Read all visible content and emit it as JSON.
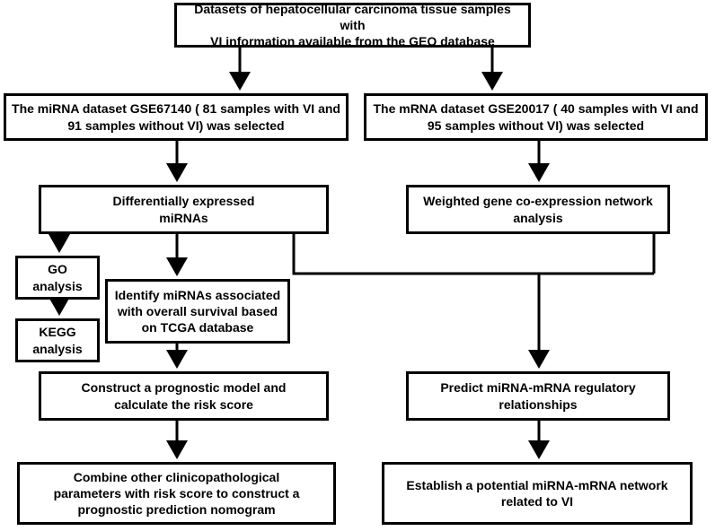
{
  "diagram": {
    "top_box": {
      "line1": "Datasets of hepatocellular carcinoma tissue samples with",
      "line2": "VI information available from the GEO database"
    },
    "mirna_dataset_box": {
      "line1": "The miRNA dataset GSE67140 ( 81 samples with VI and",
      "line2": "91 samples without VI) was selected"
    },
    "mrna_dataset_box": {
      "line1": "The mRNA dataset GSE20017 ( 40 samples with VI and",
      "line2": "95 samples without VI) was selected"
    },
    "de_mirna_box": {
      "line1": "Differentially expressed",
      "line2": "miRNAs"
    },
    "wgcna_box": {
      "line1": "Weighted gene co-expression network",
      "line2": "analysis"
    },
    "go_box": {
      "line1": "GO",
      "line2": "analysis"
    },
    "kegg_box": {
      "line1": "KEGG",
      "line2": "analysis"
    },
    "identify_box": {
      "line1": "Identify miRNAs associated",
      "line2": "with overall survival based",
      "line3": "on TCGA database"
    },
    "prognostic_box": {
      "line1": "Construct a prognostic model and",
      "line2": "calculate the risk score"
    },
    "predict_box": {
      "line1": "Predict miRNA-mRNA regulatory",
      "line2": "relationships"
    },
    "combine_box": {
      "line1": "Combine other clinicopathological",
      "line2": "parameters with risk score to construct a",
      "line3": "prognostic prediction nomogram"
    },
    "establish_box": {
      "line1": "Establish a potential miRNA-mRNA network",
      "line2": "related to VI"
    }
  }
}
